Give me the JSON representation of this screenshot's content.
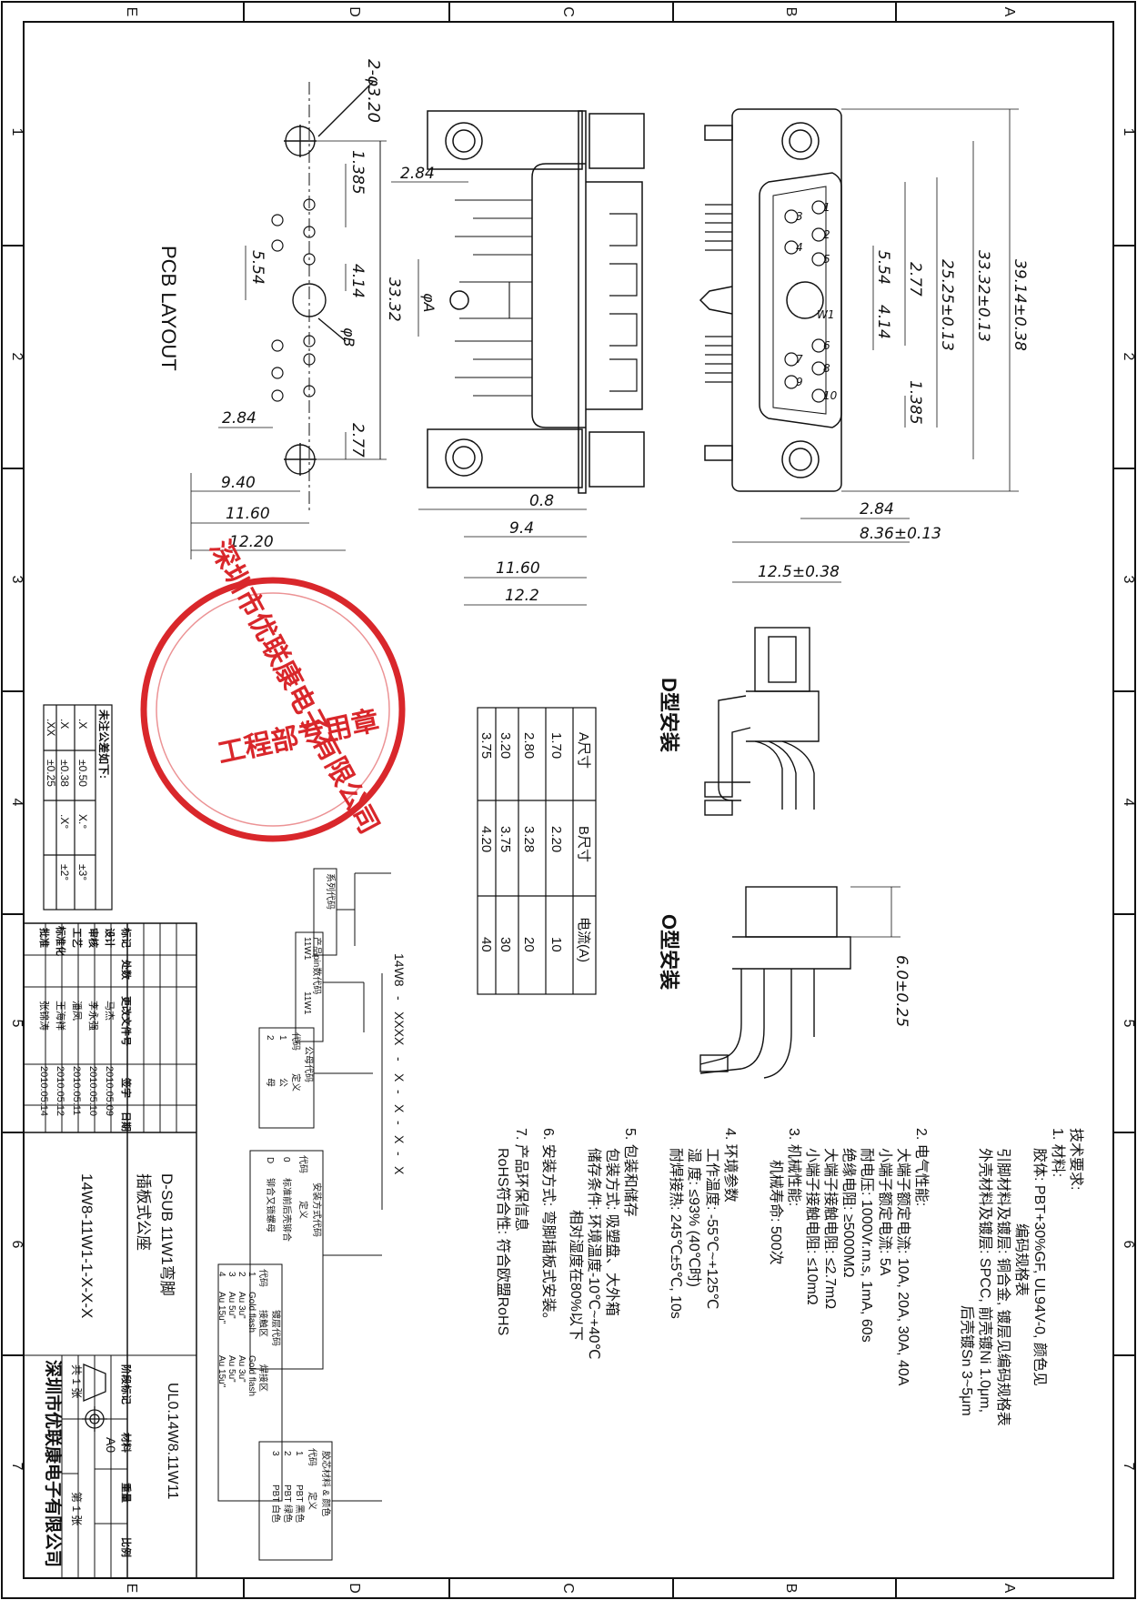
{
  "border": {
    "col_letters_top": [
      "E",
      "D",
      "C",
      "B",
      "A"
    ],
    "col_letters_bottom": [
      "E",
      "D",
      "C",
      "B",
      "A"
    ],
    "row_numbers": [
      "1",
      "2",
      "3",
      "4",
      "5",
      "6",
      "7"
    ]
  },
  "pcb_layout": {
    "title": "PCB LAYOUT",
    "hole_callout": "2-φ3.20",
    "pin_callout": "φB",
    "dims": [
      "1.385",
      "4.14",
      "5.54",
      "33.32",
      "2.84",
      "2.77",
      "9.40",
      "11.60",
      "12.20"
    ]
  },
  "side_view": {
    "dims": [
      "2.84",
      "φA",
      "0.8",
      "9.4",
      "11.60",
      "12.2"
    ]
  },
  "front_view": {
    "pin_numbers": [
      "1",
      "2",
      "3",
      "4",
      "5",
      "6",
      "7",
      "8",
      "9",
      "10",
      "W1"
    ],
    "dims": [
      "39.14±0.38",
      "33.32±0.13",
      "25.25±0.13",
      "2.77",
      "5.54",
      "4.14",
      "1.385",
      "2.84",
      "8.36±0.13",
      "12.5±0.38"
    ]
  },
  "installations": {
    "d_type": "D型安装",
    "o_type": "O型安装",
    "o_dim": "6.0±0.25"
  },
  "size_table": {
    "headers": [
      "A尺寸",
      "B尺寸",
      "电流(A)"
    ],
    "rows": [
      [
        "1.70",
        "2.20",
        "10"
      ],
      [
        "2.80",
        "3.28",
        "20"
      ],
      [
        "3.20",
        "3.75",
        "30"
      ],
      [
        "3.75",
        "4.20",
        "40"
      ]
    ]
  },
  "stamp": {
    "company": "深圳市优联康电子有限公司",
    "department": "工程部专用章"
  },
  "tolerance": {
    "title": "未注公差如下:",
    "rows": [
      [
        ".X",
        "±0.50",
        "X.°",
        "±3°"
      ],
      [
        ".X",
        "±0.38",
        ".X°",
        "±2°"
      ],
      [
        ".XX",
        "±0.25",
        "",
        ""
      ]
    ]
  },
  "tech_requirements": {
    "title": "技术要求:",
    "lines": [
      "1. 材料:",
      "胶体:  PBT+30%GF, UL94V-0, 颜色见",
      "编码规格表",
      "引脚材料及镀层: 铜合金, 镀层见编码规格表",
      "外壳材料及镀层: SPCC, 前壳镀Ni 1.0μm,",
      "后壳镀Sn 3~5μm",
      "2. 电气性能:",
      "大端子额定电流: 10A, 20A, 30A, 40A",
      "小端子额定电流: 5A",
      "耐电压: 1000Vr.m.s, 1mA, 60s",
      "绝缘电阻: ≥5000MΩ",
      "大端子接触电阻: ≤2.7mΩ",
      "小端子接触电阻: ≤10mΩ",
      "3. 机械性能:",
      "机械寿命: 500次",
      "4. 环境参数",
      "工作温度: -55℃~+125℃",
      "湿    度: ≤93% (40℃时)",
      "耐焊接热: 245℃±5℃, 10s",
      "5. 包装和储存",
      "包装方式: 吸塑盘、大外箱",
      "储存条件: 环境温度-10℃~+40℃",
      "相对湿度在80%以下",
      "6. 安装方式: 弯脚插板式安装。",
      "7. 产品环保信息",
      "RoHS符合性: 符合欧盟RoHS"
    ]
  },
  "part_code": {
    "code_parts": [
      "14W8",
      "-",
      "XXXX",
      "-",
      "X",
      "-",
      "X",
      "-",
      "X",
      "-",
      "X"
    ],
    "series_label": "系列代码",
    "pin_label": "产品pin数代码",
    "pin_values": [
      "11W1",
      "11W1"
    ],
    "gender_table": {
      "title": "公母代码",
      "headers": [
        "代码",
        "定义"
      ],
      "rows": [
        [
          "1",
          "公"
        ],
        [
          "2",
          "母"
        ]
      ]
    },
    "mount_table": {
      "title": "安装方式代码",
      "headers": [
        "代码",
        "定义"
      ],
      "rows": [
        [
          "0",
          "标准前后壳铆合"
        ],
        [
          "D",
          "铆合又锁螺母"
        ]
      ]
    },
    "plating_table": {
      "title": "镀层代码",
      "headers": [
        "代码",
        "接触区",
        "焊接区"
      ],
      "rows": [
        [
          "1",
          "Gold flash",
          "Gold flash"
        ],
        [
          "2",
          "Au 3u\"",
          "Au 3u\""
        ],
        [
          "3",
          "Au 5u\"",
          "Au 5u\""
        ],
        [
          "4",
          "Au 15u\"",
          "Au 15u\""
        ]
      ]
    },
    "color_table": {
      "title": "胶芯材料 & 颜色",
      "headers": [
        "代码",
        "定义"
      ],
      "rows": [
        [
          "1",
          "PBT 黑色"
        ],
        [
          "2",
          "PBT 绿色"
        ],
        [
          "3",
          "PBT 白色"
        ]
      ]
    }
  },
  "title_block": {
    "rev_headers": [
      "标记",
      "处数",
      "更改文件号",
      "签字",
      "日期"
    ],
    "roles": [
      {
        "role": "设计",
        "name": "马杰",
        "date": "2010.05.09"
      },
      {
        "role": "审核",
        "name": "李永强",
        "date": "2010.05.10"
      },
      {
        "role": "工艺",
        "name": "潘凤",
        "date": "2010.05.11"
      },
      {
        "role": "标准化",
        "name": "王海祥",
        "date": "2010.05.12"
      },
      {
        "role": "批准",
        "name": "张锦涛",
        "date": "2010.05.14"
      }
    ],
    "product_name_1": "D-SUB 11W1弯脚",
    "product_name_2": "插板式公座",
    "part_number": "14W8-11W1-1-X-X-X",
    "drawing_number": "UL0.14W8.11W11",
    "stage_label": "阶段标记",
    "weight_label": "重量",
    "scale_label": "比例",
    "material_label": "材料",
    "sheet_size": "A0",
    "sheets_total": "共 1 张",
    "sheet_no": "第 1 张",
    "company": "深圳市优联康电子有限公司"
  }
}
